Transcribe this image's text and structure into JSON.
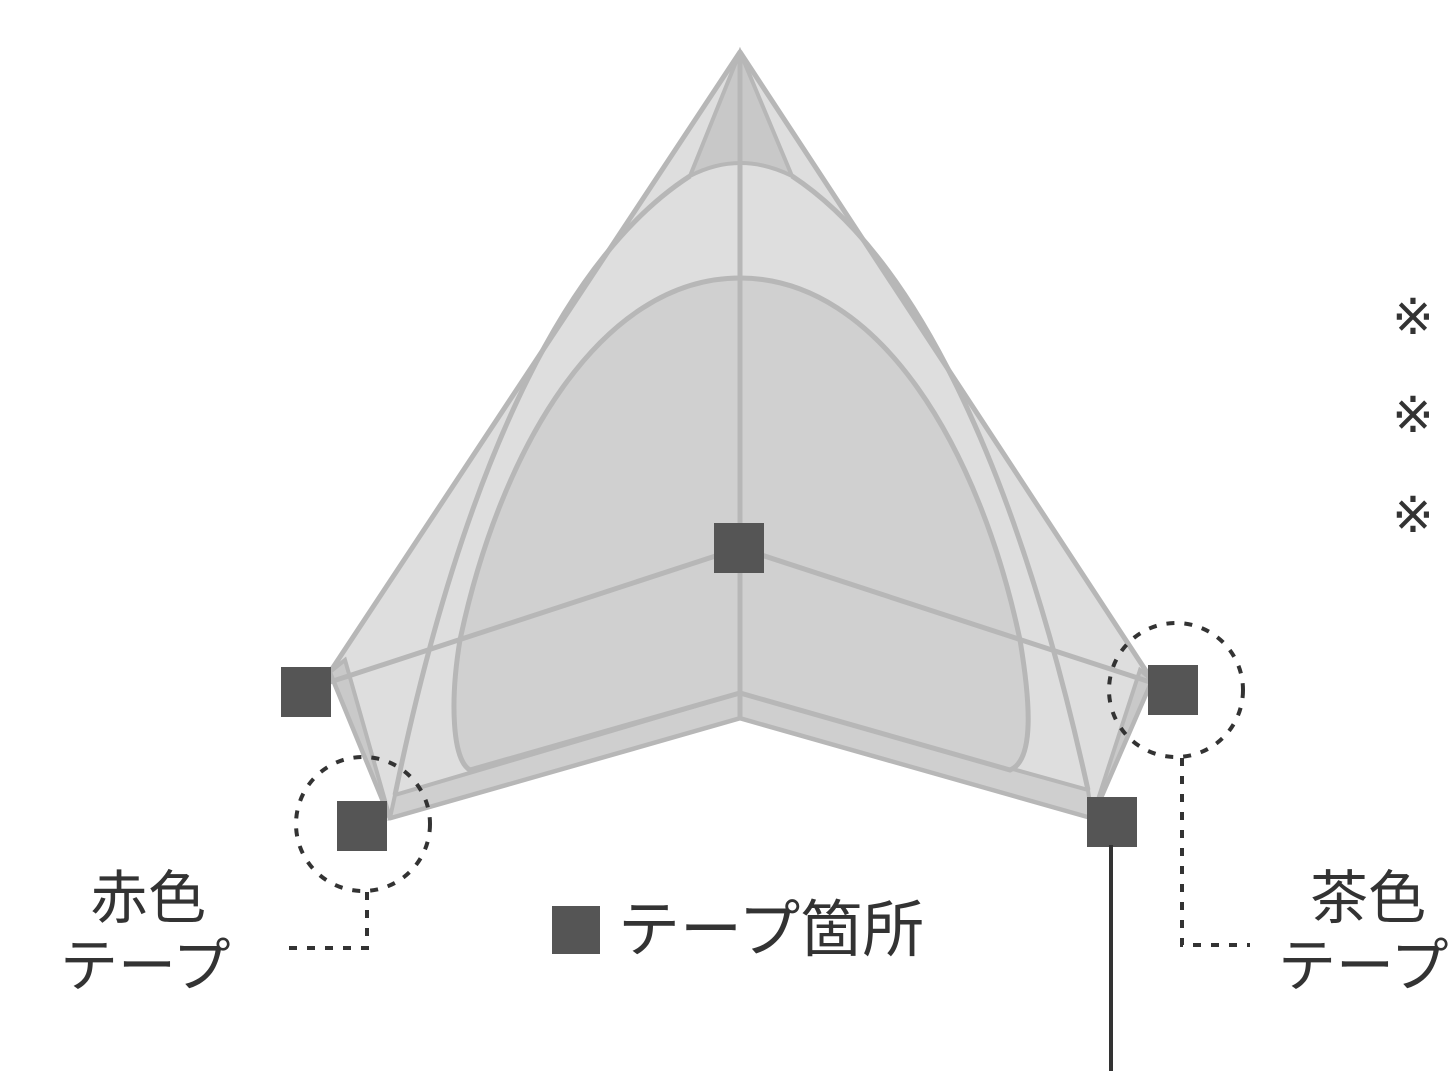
{
  "colors": {
    "tent_outer": "#dcdcdc",
    "tent_inner": "#cbcbcb",
    "tent_lines": "#b8b8b8",
    "tape_marker": "#555555",
    "text": "#333333",
    "dashed_lines": "#333333"
  },
  "labels": {
    "left_tape_line1": "赤色",
    "left_tape_line2": "テープ",
    "right_tape_line1": "茶色",
    "right_tape_line2": "テープ",
    "legend_text": "テープ箇所"
  },
  "notes": [
    {
      "mark": "※"
    },
    {
      "mark": "※"
    },
    {
      "mark": "※"
    }
  ]
}
